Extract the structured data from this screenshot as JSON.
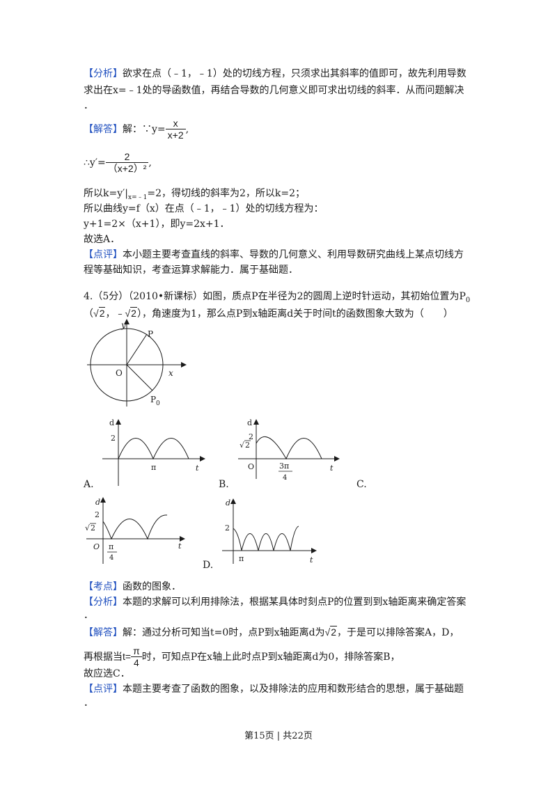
{
  "prev": {
    "analysis_tag": "【分析】",
    "analysis_1": "欲求在点（﹣1，﹣1）处的切线方程，只须求出其斜率的值即可，故先利用导数",
    "analysis_2": "求出在x=﹣1处的导函数值，再结合导数的几何意义即可求出切线的斜率．从而问题解决",
    "analysis_3": "．",
    "solution_tag": "【解答】",
    "solution_lead": "解：∵y=",
    "frac1_num": "x",
    "frac1_den": "x+2",
    "frac1_tail": ",",
    "deriv_lead": "∴y′=",
    "frac2_num": "2",
    "frac2_den": "（x+2）²",
    "frac2_tail": ",",
    "line_k_a": "所以k=y′|",
    "line_k_sub": "x=﹣1",
    "line_k_b": "=2，得切线的斜率为2，所以k=2；",
    "line_curve": "所以曲线y=f（x）在点（﹣1，﹣1）处的切线方程为：",
    "line_eq": "y+1=2×（x+1），即y=2x+1．",
    "line_choose": "故选A．",
    "comment_tag": "【点评】",
    "comment_1": "本小题主要考查直线的斜率、导数的几何意义、利用导数研究曲线上某点切线方",
    "comment_2": "程等基础知识，考查运算求解能力．属于基础题．"
  },
  "q4": {
    "stem_1": "4.（5分）（2010•新课标）如图，质点P在半径为2的圆周上逆时针运动，其初始位置为P",
    "stem_1_sub": "0",
    "stem_2a": "（",
    "stem_2_sqrt1": "2",
    "stem_2b": "，﹣",
    "stem_2_sqrt2": "2",
    "stem_2c": "），角速度为1，那么点P到x轴距离d关于时间t的函数图象大致为（　　）"
  },
  "circle_fig": {
    "x": "x",
    "y": "y",
    "o": "O",
    "p": "P",
    "p0": "P",
    "p0_sub": "0"
  },
  "graphs": {
    "A": {
      "opt": "A.",
      "d": "d",
      "t": "t",
      "y": "2",
      "x": "π"
    },
    "B": {
      "opt": "B.",
      "d": "d",
      "t": "t",
      "y": "2",
      "y2": "2",
      "o": "O",
      "x_num": "3π",
      "x_den": "4"
    },
    "C": {
      "opt": "C.",
      "d": "d",
      "t": "t",
      "y": "2",
      "y2": "2",
      "o": "O",
      "x_num": "π",
      "x_den": "4"
    },
    "D": {
      "opt": "D.",
      "d": "d",
      "t": "t",
      "y": "2",
      "x": "π"
    }
  },
  "sol4": {
    "point_tag": "【考点】",
    "point": "函数的图象．",
    "analysis_tag": "【分析】",
    "analysis_1": "本题的求解可以利用排除法，根据某具体时刻点P的位置到到x轴距离来确定答案",
    "analysis_2": "．",
    "solution_tag": "【解答】",
    "sol_1a": "解：通过分析可知当t=0时，点P到x轴距离d为",
    "sol_1_sqrt": "2",
    "sol_1b": "，于是可以排除答案A，D，",
    "sol_2a": "再根据当",
    "sol_2_t": "t=",
    "sol_2_num": "π",
    "sol_2_den": "4",
    "sol_2b": "时，可知点P在x轴上此时点P到x轴距离d为0，排除答案B，",
    "sol_3": "故应选C．",
    "comment_tag": "【点评】",
    "comment_1": "本题主要考查了函数的图象，以及排除法的应用和数形结合的思想，属于基础题",
    "comment_2": "．"
  },
  "footer": "第15页 | 共22页"
}
